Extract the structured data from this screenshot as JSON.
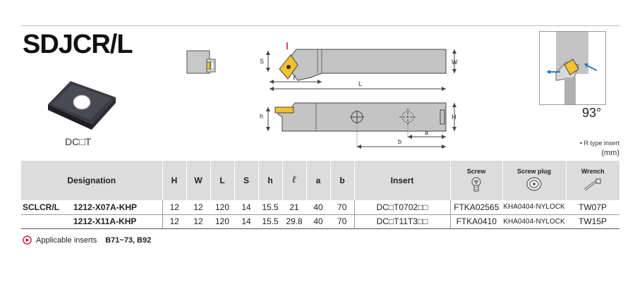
{
  "title": "SDJCR/L",
  "insert_label": "DC□T",
  "angle": "93°",
  "notes": {
    "rtype": "• R type insert",
    "unit": "(mm)"
  },
  "dimension_labels": {
    "S": "S",
    "W": "W",
    "l": "ℓ",
    "L": "L",
    "h": "h",
    "H": "H",
    "a": "a",
    "b": "b"
  },
  "table": {
    "headers": {
      "designation": "Designation",
      "H": "H",
      "W": "W",
      "L": "L",
      "S": "S",
      "h": "h",
      "l": "ℓ",
      "a": "a",
      "b": "b",
      "insert": "Insert",
      "screw": "Screw",
      "screw_plug": "Screw plug",
      "wrench": "Wrench"
    },
    "series": "SCLCR/L",
    "rows": [
      {
        "designation": "1212-X07A-KHP",
        "H": "12",
        "W": "12",
        "L": "120",
        "S": "14",
        "h": "15.5",
        "l": "21",
        "a": "40",
        "b": "70",
        "insert": "DC□T0702□□",
        "screw": "FTKA02565",
        "screw_plug": "KHA0404-NYLOCK",
        "wrench": "TW07P"
      },
      {
        "designation": "1212-X11A-KHP",
        "H": "12",
        "W": "12",
        "L": "120",
        "S": "14",
        "h": "15.5",
        "l": "29.8",
        "a": "40",
        "b": "70",
        "insert": "DC□T11T3□□",
        "screw": "FTKA0410",
        "screw_plug": "KHA0404-NYLOCK",
        "wrench": "TW15P"
      }
    ]
  },
  "applicable": {
    "label": "Applicable inserts",
    "values": "B71~73, B92"
  },
  "colors": {
    "header_bg": "#dcdcdc",
    "accent_red": "#c8102e",
    "insert_yellow": "#f2c12e",
    "arrow_blue": "#2a7ac7"
  }
}
